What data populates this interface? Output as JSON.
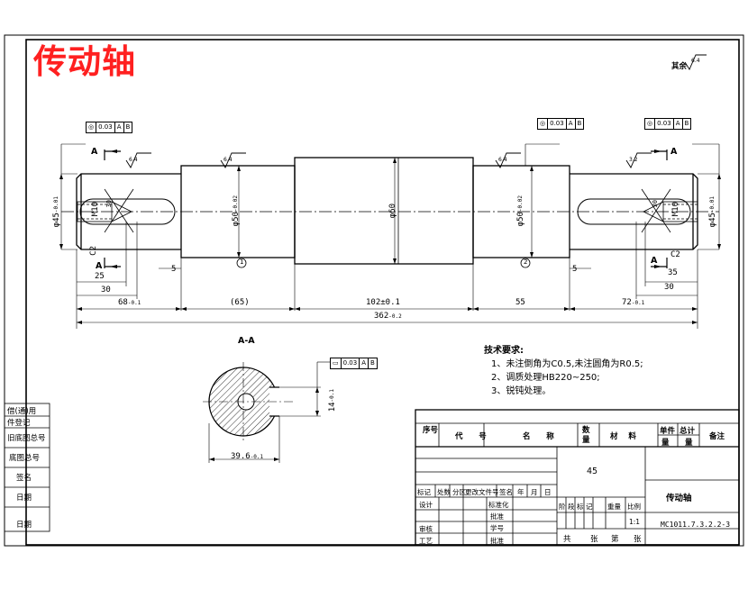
{
  "drawing_title": "传动轴",
  "roughness_note": "其余",
  "roughness_values": {
    "r64": "6.4",
    "r32": "3.2"
  },
  "datums": {
    "a": "A",
    "b": "B",
    "label_a": "A"
  },
  "tolerances": {
    "runout": "0.03"
  },
  "section": {
    "title": "A-A",
    "width": "39.6",
    "width_tol": "-0.1",
    "depth": "14",
    "depth_tol": "-0.1",
    "flatness": "0.03"
  },
  "diameters": {
    "d45": "φ45",
    "d45_tol": "-0.01",
    "d50": "φ50",
    "d50_tol": "-0.02",
    "d60": "φ60"
  },
  "thread": "M10",
  "chamfer": "C2",
  "dims": {
    "d5": "5",
    "d25": "25",
    "d30": "30",
    "d35": "35",
    "d68": "68",
    "d68_tol": "-0.1",
    "d65": "(65)",
    "d102": "102±0.1",
    "d55": "55",
    "d72": "72",
    "d72_tol": "-0.1",
    "d362": "362",
    "d362_tol": "-0.2"
  },
  "tech_req": {
    "heading": "技术要求:",
    "items": [
      "1、未注倒角为C0.5,未注圆角为R0.5;",
      "2、调质处理HB220~250;",
      "3、锐钝处理。"
    ]
  },
  "left_block": [
    "借(通)用",
    "件登记",
    "旧底图总号",
    "底图总号",
    "签名",
    "日期",
    "日期"
  ],
  "bom": {
    "seq": "序号",
    "code": "代号",
    "code_word": "代",
    "code_char": "号",
    "name": "名称",
    "name_a": "名",
    "name_b": "称",
    "qty": "数量",
    "qty_a": "数",
    "qty_b": "量",
    "material": "材料",
    "mat_a": "材",
    "mat_b": "料",
    "single": "单件",
    "total": "总计",
    "weight": "重量",
    "weight_char": "量",
    "remark": "备注"
  },
  "title_block": {
    "material_value": "45",
    "part_name": "传动轴",
    "part_code": "MC1011.7.3.2.2-3",
    "rev_headers": [
      "标记",
      "处数",
      "分区",
      "更改文件号",
      "签名",
      "年",
      "月",
      "日"
    ],
    "roles": [
      "设计",
      "",
      "审核",
      "工艺"
    ],
    "roles2": [
      "标准化",
      "批准",
      "学号",
      "批准"
    ],
    "stage_headers": [
      "阶",
      "段",
      "标",
      "记",
      "重量",
      "比例"
    ],
    "scale": "1:1",
    "sheet_words": [
      "共",
      "张",
      "第",
      "张"
    ]
  },
  "balloons": [
    "1",
    "2"
  ]
}
